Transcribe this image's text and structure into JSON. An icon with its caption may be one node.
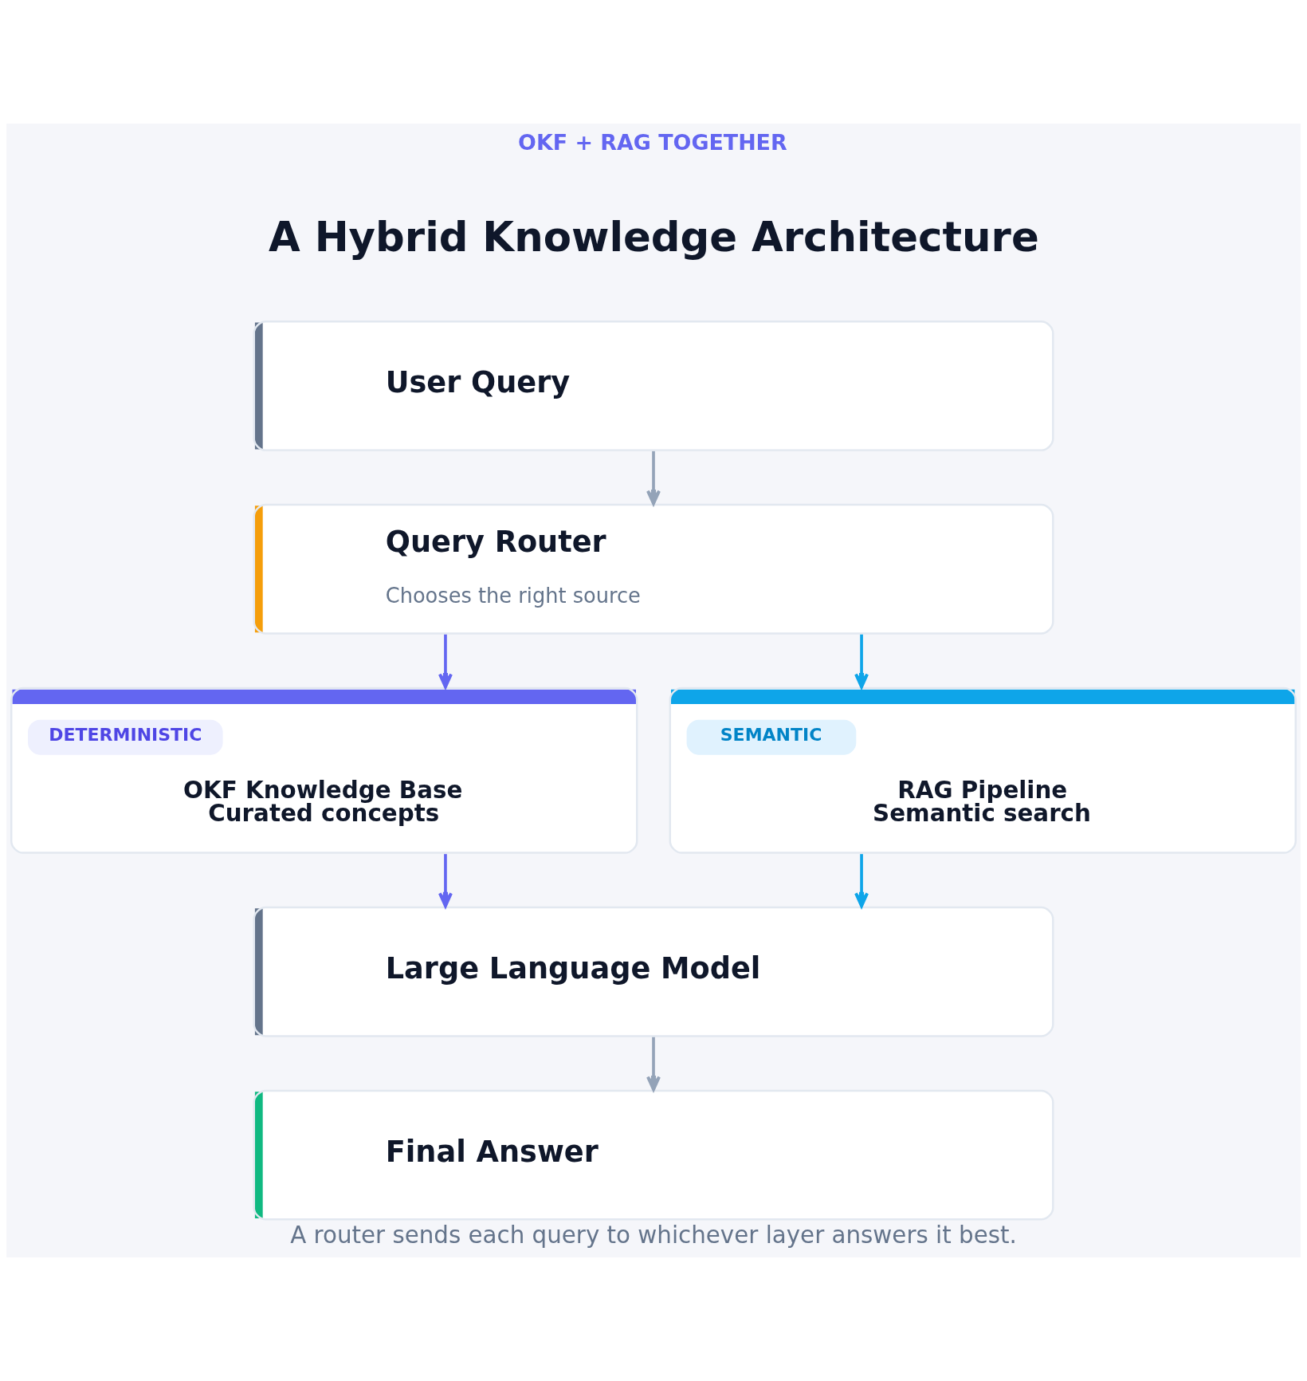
{
  "diagram": {
    "title": "A Hybrid Knowledge Architecture",
    "caption": "A router sends each query to whichever layer answers it best.",
    "nodes": [
      {
        "text": [
          "User Query"
        ]
      },
      {
        "text": [
          "Query Router",
          "Chooses the right source"
        ]
      },
      {
        "text": [
          "DETERMINISTIC",
          "OKF Knowledge Base",
          "Curated concepts"
        ]
      },
      {
        "text": [
          "SEMANTIC",
          "RAG Pipeline",
          "Semantic search"
        ]
      },
      {
        "text": [
          "Large Language Model"
        ]
      },
      {
        "text": [
          "Final Answer"
        ]
      }
    ],
    "edges": [
      {
        "from": 0,
        "to": 1,
        "arrow": "to"
      },
      {
        "from": 1,
        "to": 2,
        "arrow": "to",
        "color": "#6366f1"
      },
      {
        "from": 1,
        "to": 3,
        "arrow": "to",
        "color": "#0ea5e9"
      },
      {
        "from": 2,
        "to": 4,
        "arrow": "to",
        "color": "#6366f1"
      },
      {
        "from": 3,
        "to": 4,
        "arrow": "to",
        "color": "#0ea5e9"
      },
      {
        "from": 4,
        "to": 5,
        "arrow": "to"
      }
    ],
    "labels": [
      "OKF + RAG TOGETHER"
    ]
  }
}
